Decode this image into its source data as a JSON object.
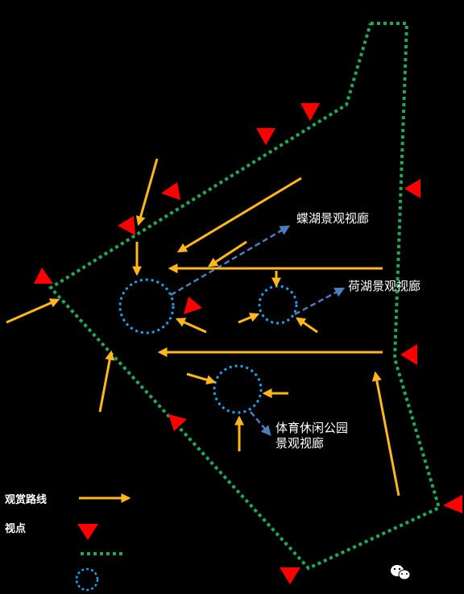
{
  "colors": {
    "background": "#000000",
    "route_arrow": "#ffb71b",
    "viewpoint": "#ff0000",
    "boundary": "#22a85b",
    "node_circle": "#1fa2e8",
    "sightline": "#4d7dbb",
    "label": "#ffffff"
  },
  "labels": {
    "butterfly_lake": "蝶湖景观视廊",
    "lotus_lake": "荷湖景观视廊",
    "sports_park_line1": "体育休闲公园",
    "sports_park_line2": "景观视廊"
  },
  "legend": {
    "route_label": "观赏路线",
    "viewpoint_label": "视点"
  },
  "icons": {
    "watermark": "wechat-logo-icon"
  }
}
